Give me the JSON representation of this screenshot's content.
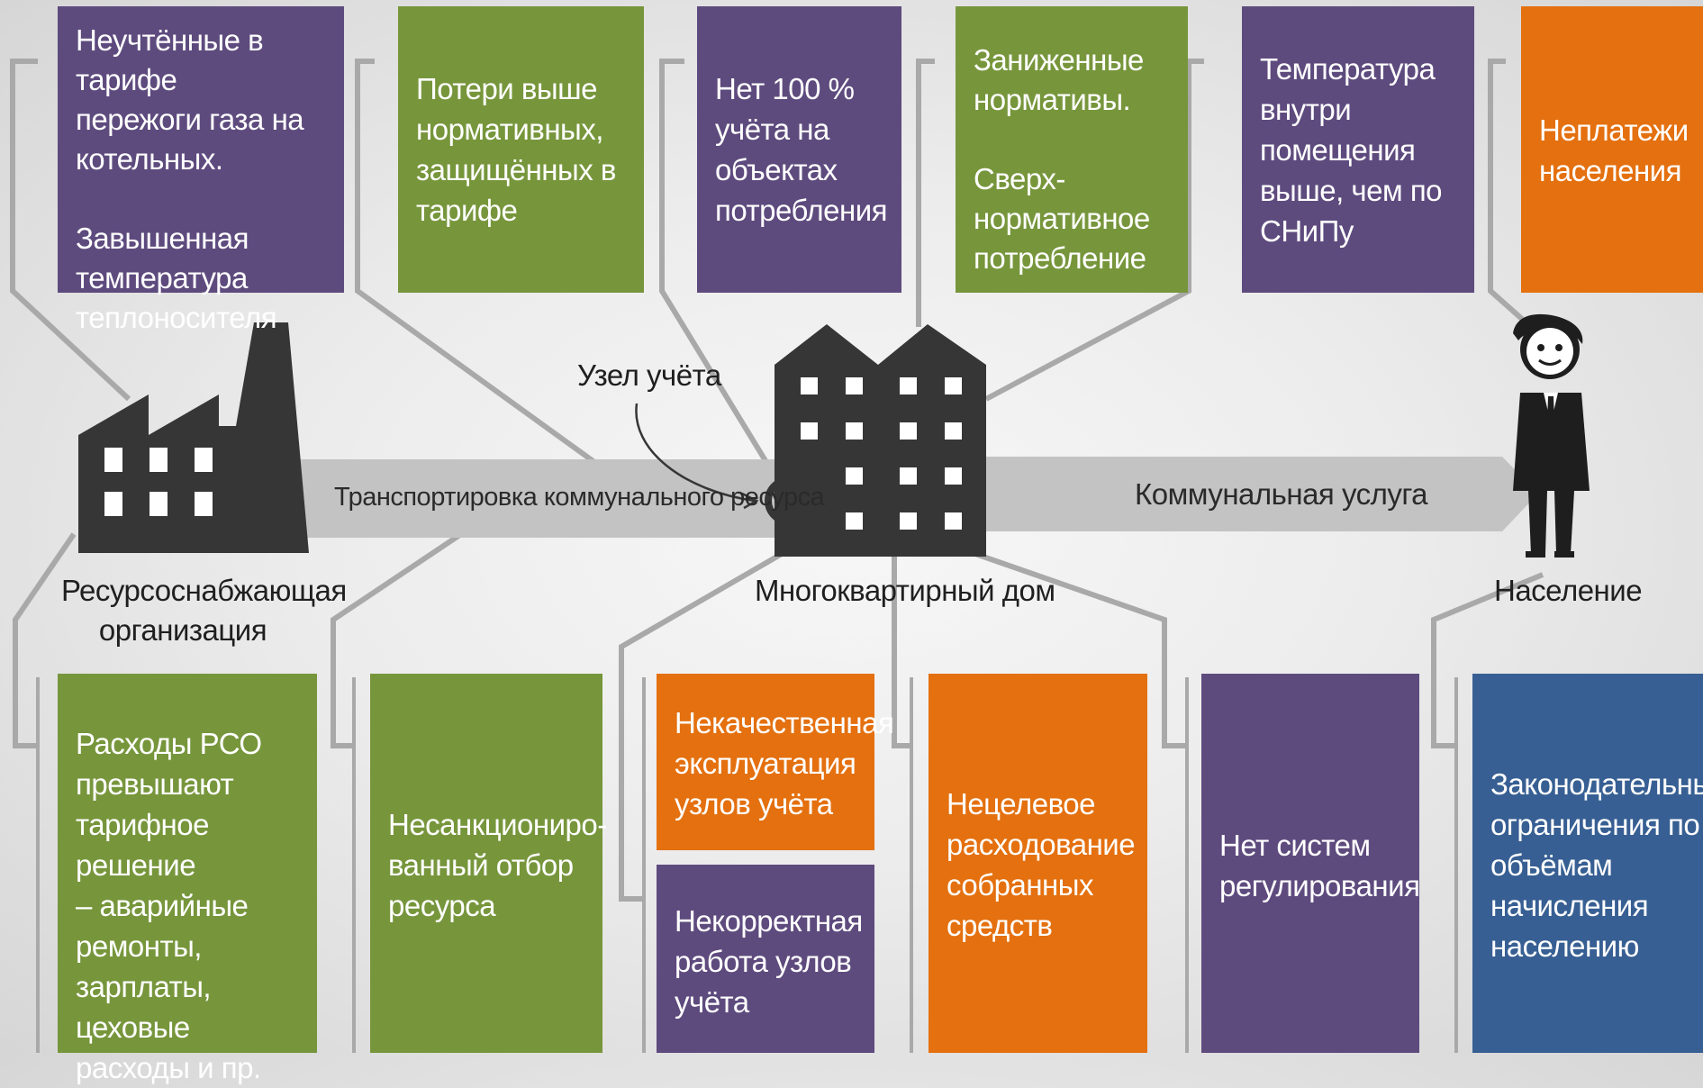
{
  "colors": {
    "purple": "#5e4b7e",
    "green": "#77963c",
    "orange": "#e4700f",
    "blue": "#375f93",
    "icon": "#363636",
    "connector": "#a9a9a9",
    "arrow": "#c3c3c3"
  },
  "icons": {
    "factory": "factory-icon",
    "building": "apartment-building-icon",
    "meter": "meter-icon",
    "person": "person-icon"
  },
  "top_boxes": [
    {
      "text": "Неучтённые в тарифе\nпережоги газа на\nкотельных.\n\nЗавышенная\nтемпература\nтеплоносителя"
    },
    {
      "text": "Потери выше\nнормативных,\nзащищённых в\nтарифе"
    },
    {
      "text": "Нет 100 %\nучёта на\nобъектах\nпотребления"
    },
    {
      "text": "Заниженные\nнормативы.\n\nСверх-\nнормативное\nпотребление"
    },
    {
      "text": "Температура\nвнутри\nпомещения\nвыше, чем по\nСНиПу"
    },
    {
      "text": "Неплатежи\nнаселения"
    }
  ],
  "bottom_boxes": [
    {
      "text": "Расходы РСО\nпревышают\nтарифное решение\n– аварийные\nремонты,\nзарплаты, цеховые\nрасходы и пр."
    },
    {
      "text": "Несанкциониро-\nванный отбор\nресурса"
    },
    {
      "text": "Некачественная\nэксплуатация\nузлов учёта"
    },
    {
      "text": "Некорректная\nработа узлов\nучёта"
    },
    {
      "text": "Нецелевое\nрасходование\nсобранных\nсредств"
    },
    {
      "text": "Нет систем\nрегулирования"
    },
    {
      "text": "Законодательные\nограничения по\nобъёмам\nначисления\nнаселению"
    }
  ],
  "labels": {
    "supplier": "Ресурсоснабжающая\nорганизация",
    "building": "Многоквартирный дом",
    "population": "Население",
    "meter": "Узел учёта",
    "transport": "Транспортировка коммунального ресурса",
    "service": "Коммунальная услуга"
  }
}
